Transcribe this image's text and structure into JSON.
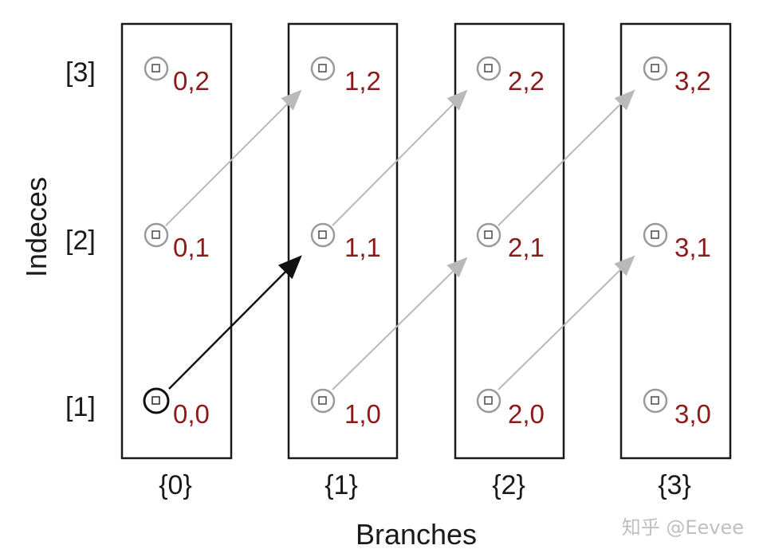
{
  "axis": {
    "y_title": "Indeces",
    "x_title": "Branches"
  },
  "index_labels": [
    "[3]",
    "[2]",
    "[1]"
  ],
  "branch_labels": [
    "{0}",
    "{1}",
    "{2}",
    "{3}"
  ],
  "columns": [
    {
      "cells": [
        {
          "label": "0,2",
          "highlighted": false
        },
        {
          "label": "0,1",
          "highlighted": false
        },
        {
          "label": "0,0",
          "highlighted": true
        }
      ]
    },
    {
      "cells": [
        {
          "label": "1,2",
          "highlighted": false
        },
        {
          "label": "1,1",
          "highlighted": false
        },
        {
          "label": "1,0",
          "highlighted": false
        }
      ]
    },
    {
      "cells": [
        {
          "label": "2,2",
          "highlighted": false
        },
        {
          "label": "2,1",
          "highlighted": false
        },
        {
          "label": "2,0",
          "highlighted": false
        }
      ]
    },
    {
      "cells": [
        {
          "label": "3,2",
          "highlighted": false
        },
        {
          "label": "3,1",
          "highlighted": false
        },
        {
          "label": "3,0",
          "highlighted": false
        }
      ]
    }
  ],
  "arrows": [
    {
      "from": "0,0",
      "to": "1,1",
      "style": "active"
    },
    {
      "from": "0,1",
      "to": "1,2",
      "style": "inactive"
    },
    {
      "from": "1,0",
      "to": "2,1",
      "style": "inactive"
    },
    {
      "from": "1,1",
      "to": "2,2",
      "style": "inactive"
    },
    {
      "from": "2,0",
      "to": "3,1",
      "style": "inactive"
    },
    {
      "from": "2,1",
      "to": "3,2",
      "style": "inactive"
    }
  ],
  "watermark": "知乎 @Eevee",
  "colors": {
    "label_red": "#8b1a1a",
    "active_arrow": "#111111",
    "inactive_arrow": "#b9b9b9",
    "node_ring": "#9a9a9a",
    "box_border": "#1a1a1a"
  }
}
